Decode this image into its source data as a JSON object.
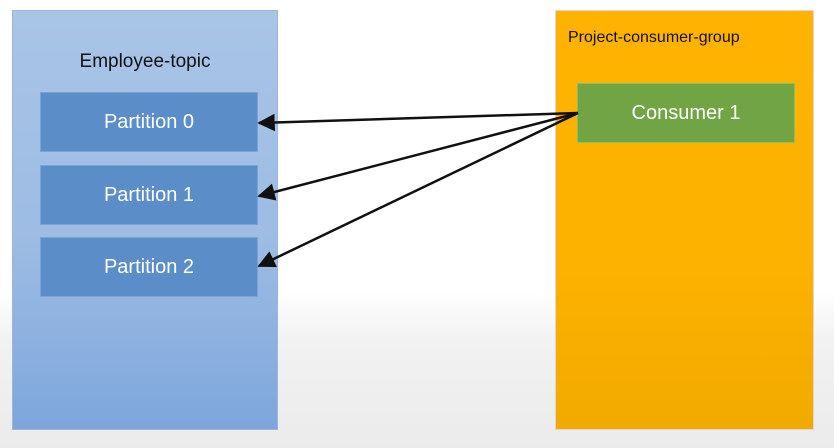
{
  "topic": {
    "title": "Employee-topic",
    "partitions": [
      "Partition 0",
      "Partition 1",
      "Partition 2"
    ]
  },
  "group": {
    "title": "Project-consumer-group",
    "consumer": "Consumer 1"
  },
  "colors": {
    "topic_bg": "#9dbce4",
    "partition_bg": "#5b8ec9",
    "group_bg": "#ffb300",
    "consumer_bg": "#70a445",
    "arrow": "#111111"
  }
}
